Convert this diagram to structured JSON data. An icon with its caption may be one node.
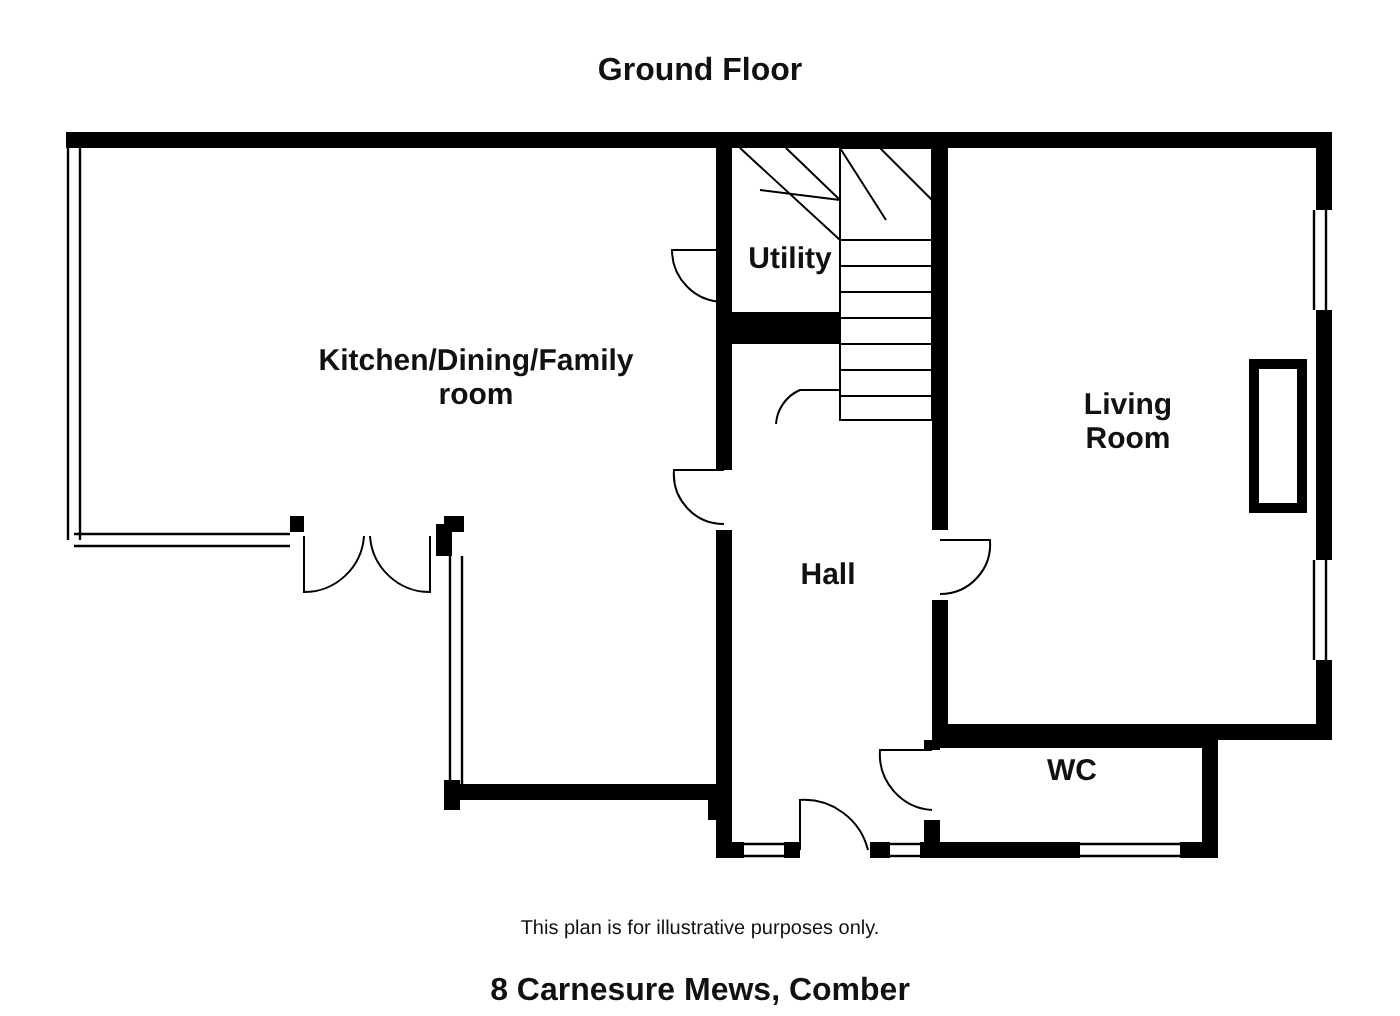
{
  "diagram": {
    "title": "Ground Floor",
    "caption": "8 Carnesure Mews, Comber",
    "nodes": [
      {
        "text": [
          "Kitchen/Dining/Family room"
        ]
      },
      {
        "text": [
          "Utility"
        ]
      },
      {
        "text": [
          "Living Room"
        ]
      },
      {
        "text": [
          "Hall"
        ]
      },
      {
        "text": [
          "WC"
        ]
      }
    ],
    "labels": [
      "This plan is for illustrative purposes only."
    ]
  }
}
